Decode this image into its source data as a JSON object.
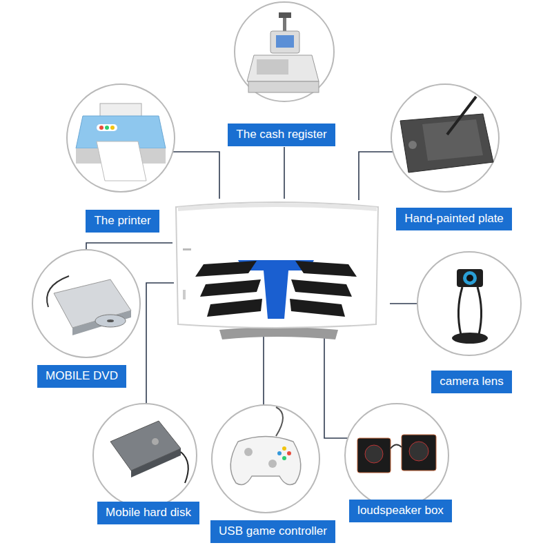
{
  "diagram": {
    "nodes": [
      {
        "text": [
          "The cash register"
        ]
      },
      {
        "text": [
          "Hand-painted plate"
        ]
      },
      {
        "text": [
          "The printer"
        ]
      },
      {
        "text": [
          "MOBILE DVD"
        ]
      },
      {
        "text": [
          "camera lens"
        ]
      },
      {
        "text": [
          "loudspeaker box"
        ]
      },
      {
        "text": [
          "Mobile hard disk"
        ]
      },
      {
        "text": [
          "USB game controller"
        ]
      }
    ]
  }
}
